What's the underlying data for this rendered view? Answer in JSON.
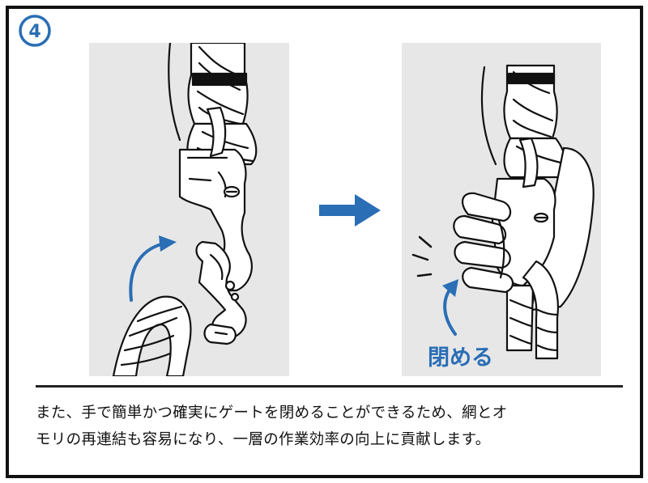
{
  "step": {
    "number": "4"
  },
  "right_panel": {
    "action_label": "閉める"
  },
  "caption": {
    "text": "また、手で簡単かつ確実にゲートを閉めることができるため、網とオ\nモリの再連結も容易になり、一層の作業効率の向上に貢献します。"
  },
  "colors": {
    "accent": "#2a6eb5",
    "outline": "#111111",
    "panel_bg": "#e7e7e7"
  },
  "icons": {
    "step_badge": "circled-number-icon",
    "direction_arrow": "right-arrow-icon"
  }
}
